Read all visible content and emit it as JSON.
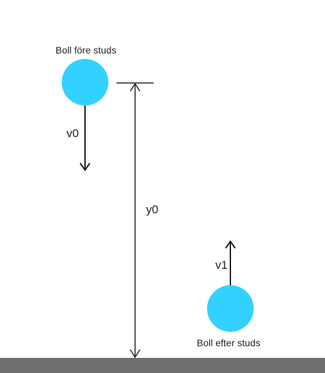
{
  "labels": {
    "ball_before": "Boll före studs",
    "ball_after": "Boll efter studs",
    "velocity_before": "v0",
    "velocity_after": "v1",
    "height": "y0"
  },
  "colors": {
    "ball": "#33d1ff",
    "ground": "#6e6e6e",
    "line": "#222222",
    "background": "#ffffff"
  }
}
